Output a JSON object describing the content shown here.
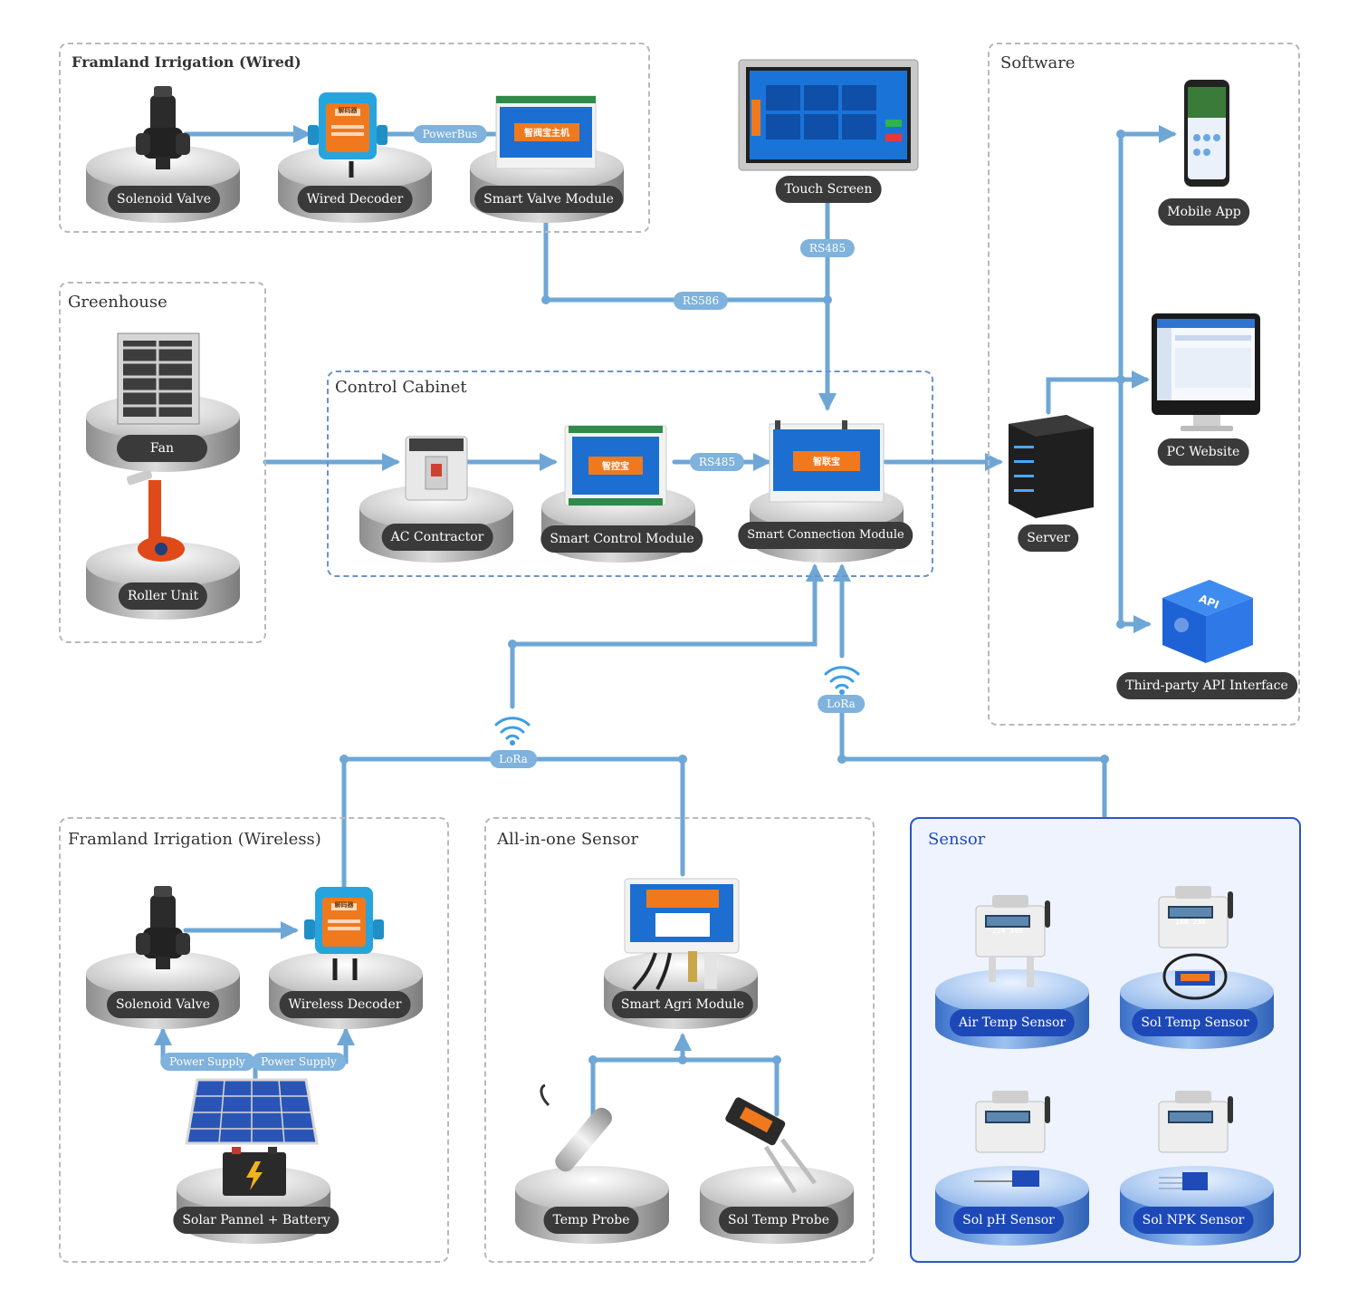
{
  "groups": {
    "wired_irrigation": "Framland Irrigation (Wired)",
    "greenhouse": "Greenhouse",
    "control_cabinet": "Control Cabinet",
    "software": "Software",
    "wireless_irrigation": "Framland Irrigation (Wireless)",
    "all_in_one_sensor": "All-in-one Sensor",
    "sensor": "Sensor"
  },
  "devices": {
    "solenoid_valve_wired": "Solenoid Valve",
    "wired_decoder": "Wired Decoder",
    "smart_valve_module": "Smart Valve Module",
    "touch_screen": "Touch Screen",
    "fan": "Fan",
    "roller_unit": "Roller Unit",
    "ac_contractor": "AC Contractor",
    "smart_control_module": "Smart Control Module",
    "smart_connection_module": "Smart Connection Module",
    "server": "Server",
    "mobile_app": "Mobile App",
    "pc_website": "PC Website",
    "api_interface": "Third-party API Interface",
    "solenoid_valve_wireless": "Solenoid Valve",
    "wireless_decoder": "Wireless Decoder",
    "solar_battery": "Solar Pannel + Battery",
    "smart_agri_module": "Smart Agri Module",
    "temp_probe": "Temp Probe",
    "sol_temp_probe": "Sol Temp Probe",
    "air_temp_sensor": "Air Temp Sensor",
    "sol_temp_sensor": "Sol Temp Sensor",
    "sol_ph_sensor": "Sol pH Sensor",
    "sol_npk_sensor": "Sol NPK Sensor"
  },
  "links": {
    "powerbus": "PowerBus",
    "rs485_touch": "RS485",
    "rs586": "RS586",
    "rs485_cabinet": "RS485",
    "lora_left": "LoRa",
    "lora_right": "LoRa",
    "power_supply_left": "Power Supply",
    "power_supply_right": "Power Supply"
  },
  "device_text": {
    "valve_module_screen": "智阀宝主机",
    "control_module_screen": "智控宝",
    "connection_module_screen": "智联宝",
    "decoder_screen": "解码器",
    "api_icon": "API",
    "air_temp_display": "224 385",
    "sol_temp_display": "168 238"
  },
  "colors": {
    "connector": "#6ea7d6",
    "label_bg": "#3a3a3a",
    "sensor_label_bg": "#1d49b8",
    "sensor_panel": "#eef3fd",
    "device_screen": "#f0791e"
  }
}
